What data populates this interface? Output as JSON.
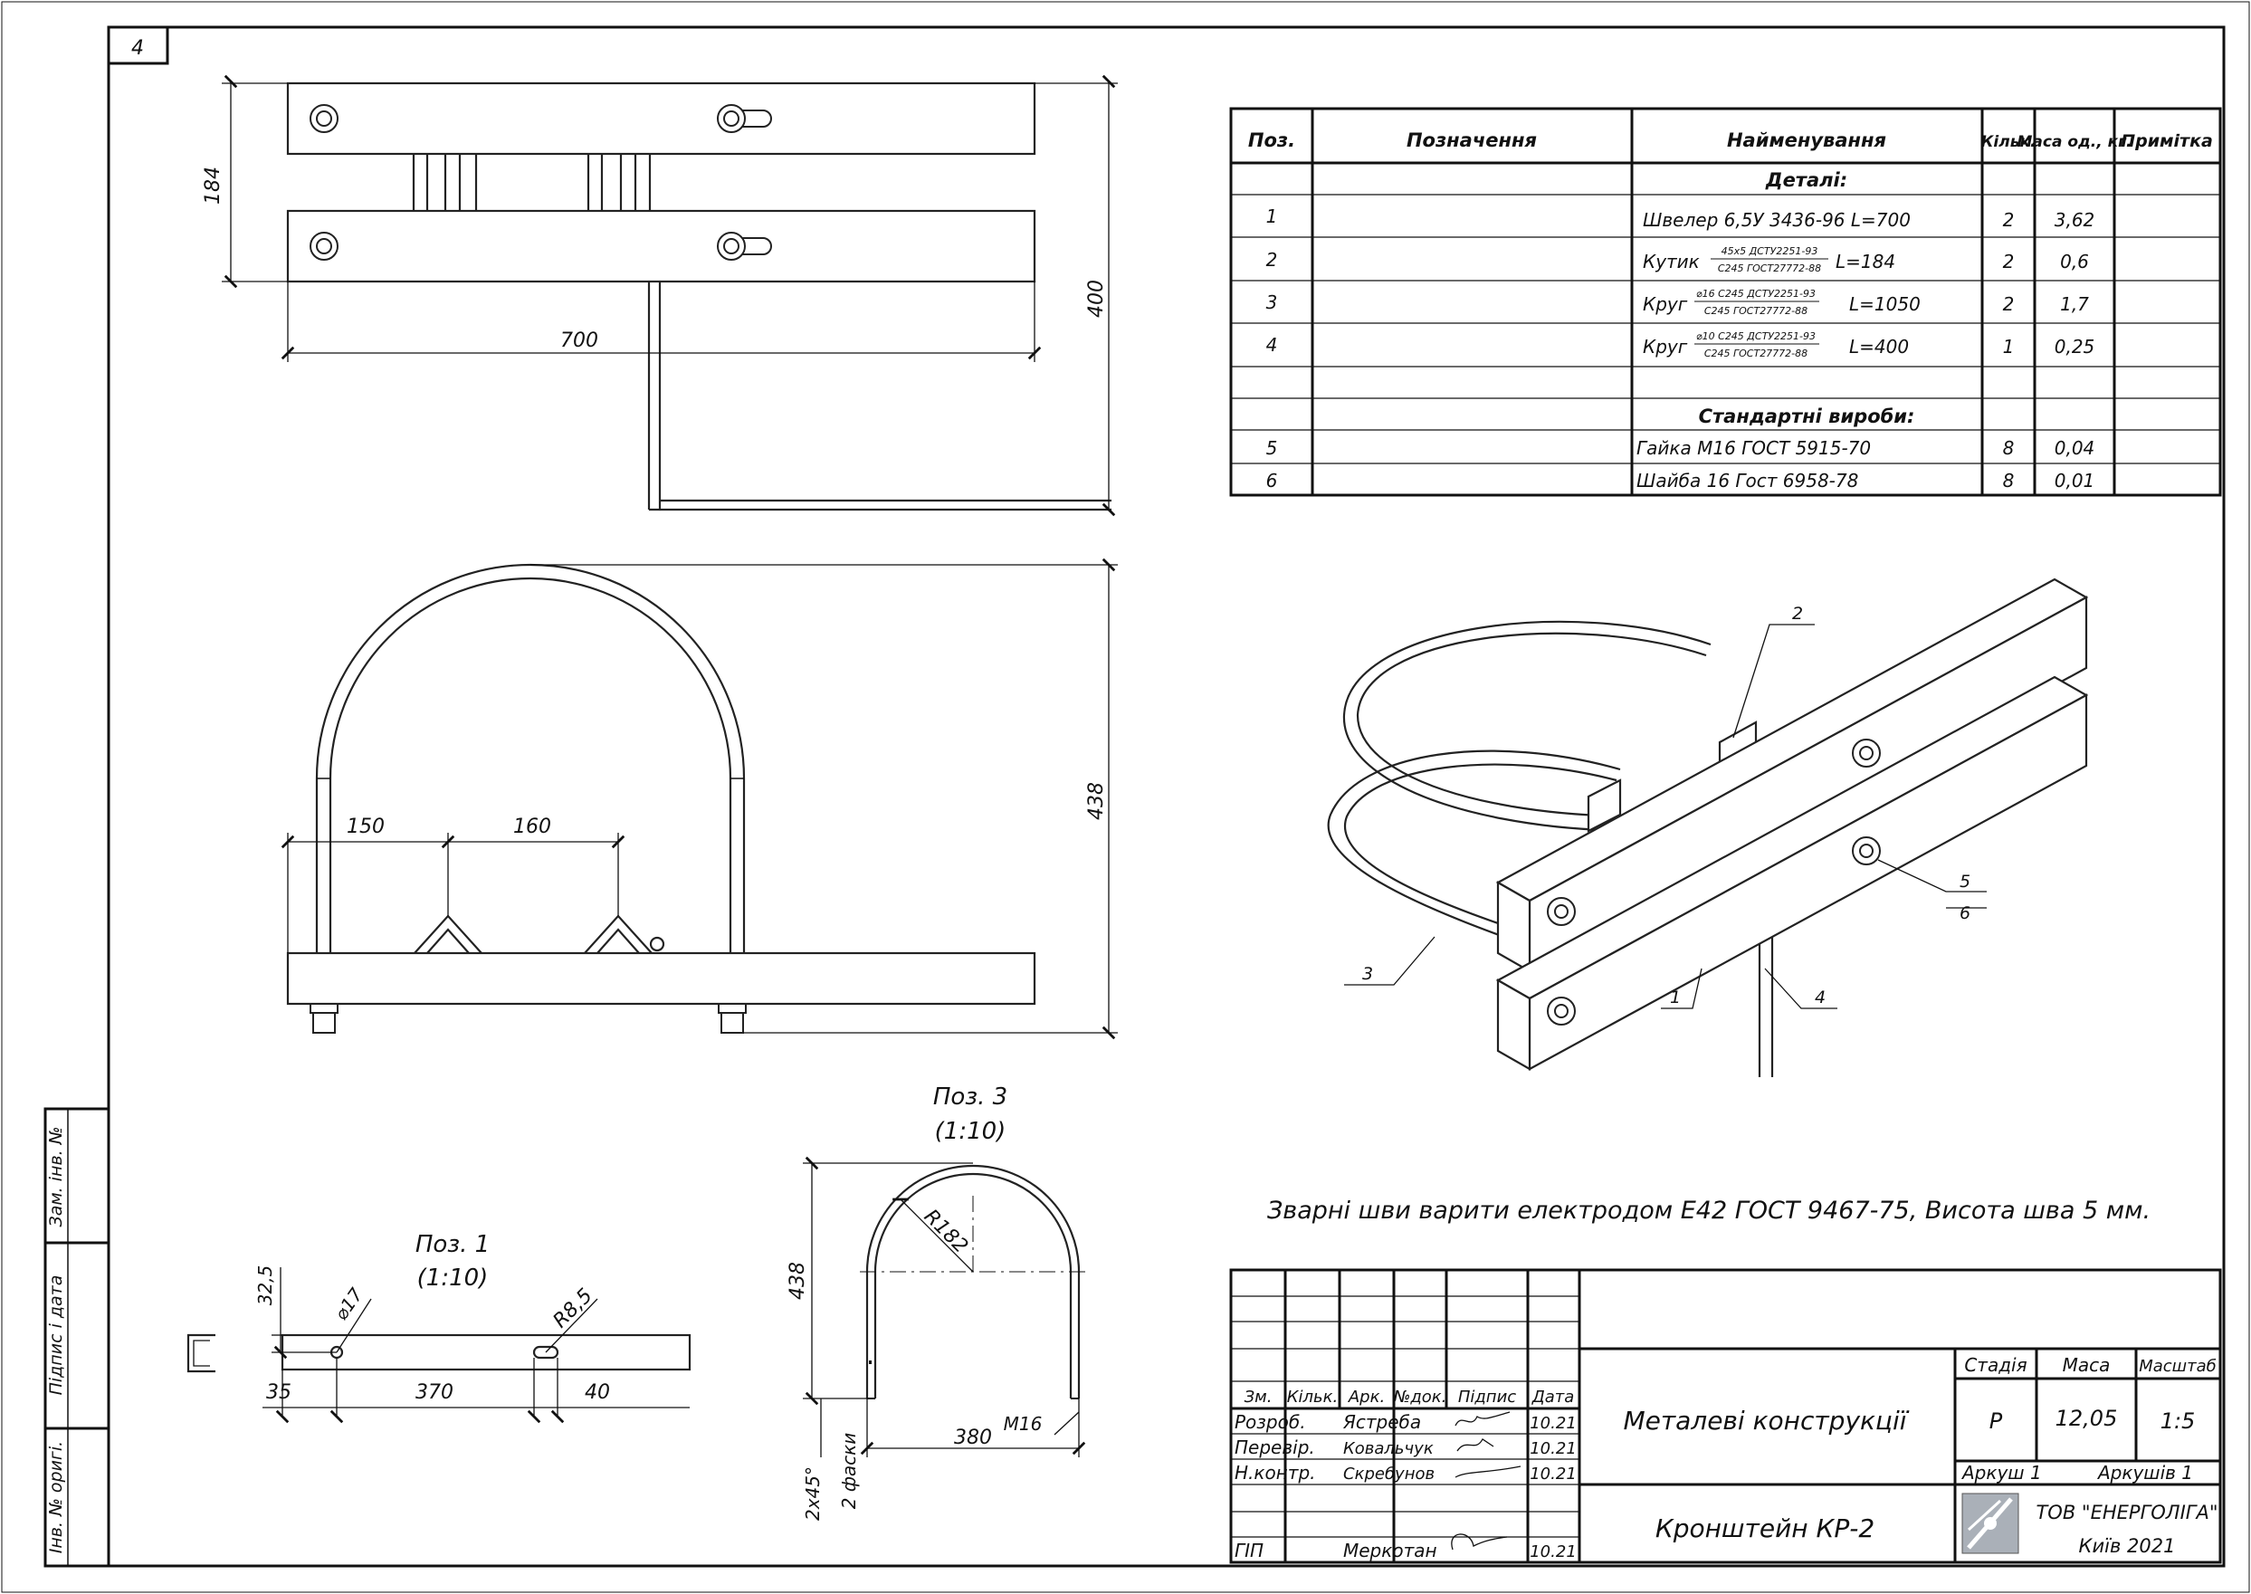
{
  "sheet_number": "4",
  "note": "Зварні шви варити електродом Е42 ГОСТ 9467-75, Висота шва 5 мм.",
  "dims_top": {
    "height": "184",
    "total_height": "400",
    "width": "700"
  },
  "dims_front": {
    "d150": "150",
    "d160": "160",
    "height": "438"
  },
  "pos1": {
    "title": "Поз. 1",
    "scale": "(1:10)",
    "d32": "32,5",
    "d17": "⌀17",
    "r85": "R8,5",
    "d35": "35",
    "d370": "370",
    "d40": "40"
  },
  "pos3": {
    "title": "Поз. 3",
    "scale": "(1:10)",
    "r182": "R182",
    "h438": "438",
    "w380": "380",
    "m16": "M16",
    "chamfer": "2x45°",
    "chamfer2": "2 фаски"
  },
  "iso_labels": [
    "2",
    "5",
    "6",
    "3",
    "1",
    "4"
  ],
  "spec": {
    "headers": [
      "Поз.",
      "Позначення",
      "Найменування",
      "Кільк.",
      "Маса од., кг.",
      "Примітка"
    ],
    "section1": "Деталі:",
    "section2": "Стандартні вироби:",
    "rows": [
      {
        "pos": "1",
        "name": "Швелер 6,5У 3436-96 L=700",
        "qty": "2",
        "mass": "3,62"
      },
      {
        "pos": "2",
        "name": "Кутик",
        "frac_top": "45x5 ДСТУ2251-93",
        "frac_bot": "С245 ГОСТ27772-88",
        "len": "L=184",
        "qty": "2",
        "mass": "0,6"
      },
      {
        "pos": "3",
        "name": "Круг",
        "frac_top": "⌀16 С245 ДСТУ2251-93",
        "frac_bot": "С245 ГОСТ27772-88",
        "len": "L=1050",
        "qty": "2",
        "mass": "1,7"
      },
      {
        "pos": "4",
        "name": "Круг",
        "frac_top": "⌀10 С245 ДСТУ2251-93",
        "frac_bot": "С245 ГОСТ27772-88",
        "len": "L=400",
        "qty": "1",
        "mass": "0,25"
      },
      {
        "pos": "5",
        "name": "Гайка М16 ГОСТ 5915-70",
        "qty": "8",
        "mass": "0,04"
      },
      {
        "pos": "6",
        "name": "Шайба 16 Гост 6958-78",
        "qty": "8",
        "mass": "0,01"
      }
    ]
  },
  "side_stamp": [
    "Зам. інв. №",
    "Підпис і дата",
    "Інв. № оригі."
  ],
  "title_block": {
    "col_heads": [
      "Зм.",
      "Кільк.",
      "Арк.",
      "№док.",
      "Підпис",
      "Дата"
    ],
    "people": [
      {
        "role": "Розроб.",
        "name": "Ястреба",
        "date": "10.21"
      },
      {
        "role": "Перевір.",
        "name": "Ковальчук",
        "date": "10.21"
      },
      {
        "role": "Н.контр.",
        "name": "Скребунов",
        "date": "10.21"
      },
      {
        "role": "ГІП",
        "name": "Меркотан",
        "date": "10.21"
      }
    ],
    "project": "Металеві конструкції",
    "drawing": "Кронштейн КР-2",
    "stage_label": "Стадія",
    "mass_label": "Маса",
    "scale_label": "Масштаб",
    "stage": "Р",
    "mass": "12,05",
    "scale": "1:5",
    "sheet": "Аркуш 1",
    "sheets": "Аркушів 1",
    "company": "ТОВ \"ЕНЕРГОЛІГА\"",
    "city": "Київ 2021"
  }
}
